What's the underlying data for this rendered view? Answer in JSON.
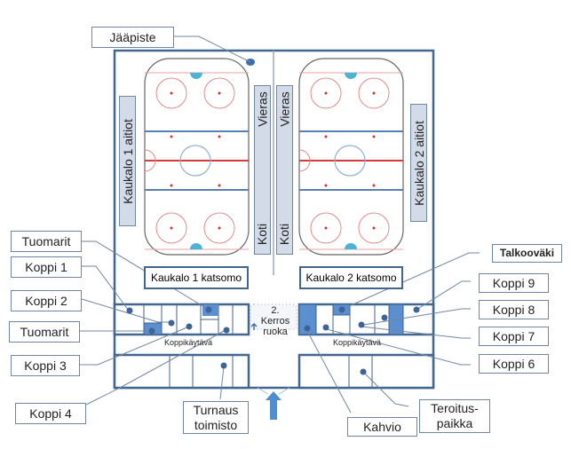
{
  "title": "Ice arena floor plan",
  "colors": {
    "wall": "#41668f",
    "highlight": "#5b8fd0",
    "leader": "#6f87a3",
    "redline": "#d83a3a",
    "blueline": "#5a7fb4",
    "faceoff": "#e28a8a",
    "crease": "#4db3d6"
  },
  "rinks": [
    {
      "name": "Kaukalo 1",
      "suites_label": "Kaukalo 1 aitiot",
      "stands_label": "Kaukalo 1 katsomo"
    },
    {
      "name": "Kaukalo 2",
      "suites_label": "Kaukalo 2 aitiot",
      "stands_label": "Kaukalo 2 katsomo"
    }
  ],
  "benches": {
    "away": "Vieras",
    "home": "Koti"
  },
  "corridor_label": "Koppikäytävä",
  "food_label": {
    "line1": "2.",
    "line2": "Kerros",
    "line3": "ruoka"
  },
  "callouts": {
    "jaapiste": "Jääpiste",
    "tuomarit_top": "Tuomarit",
    "koppi1": "Koppi 1",
    "koppi2": "Koppi 2",
    "tuomarit_bottom": "Tuomarit",
    "koppi3": "Koppi 3",
    "koppi4": "Koppi 4",
    "turnaus_line1": "Turnaus",
    "turnaus_line2": "toimisto",
    "kahvio": "Kahvio",
    "teroitus_line1": "Teroitus-",
    "teroitus_line2": "paikka",
    "talkoovaki": "Talkooväki",
    "koppi9": "Koppi 9",
    "koppi8": "Koppi 8",
    "koppi7": "Koppi 7",
    "koppi6": "Koppi 6"
  },
  "entrance": "entrance-arrow"
}
